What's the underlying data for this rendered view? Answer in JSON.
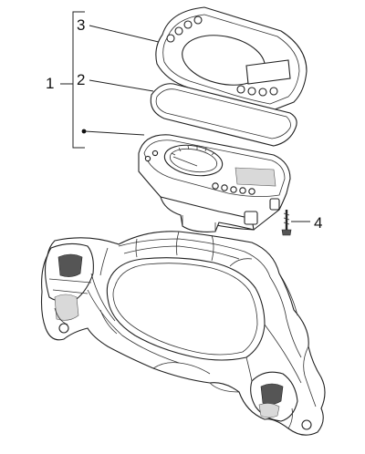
{
  "callouts": {
    "group": "1",
    "gasket": "2",
    "cover": "3",
    "screw": "4"
  },
  "icons": [
    "instrument-cover",
    "gasket",
    "instrument-cluster",
    "screw",
    "handlebar-cover"
  ],
  "colors": {
    "line": "#222222",
    "background": "#ffffff",
    "shade": "#d9d9d9"
  }
}
